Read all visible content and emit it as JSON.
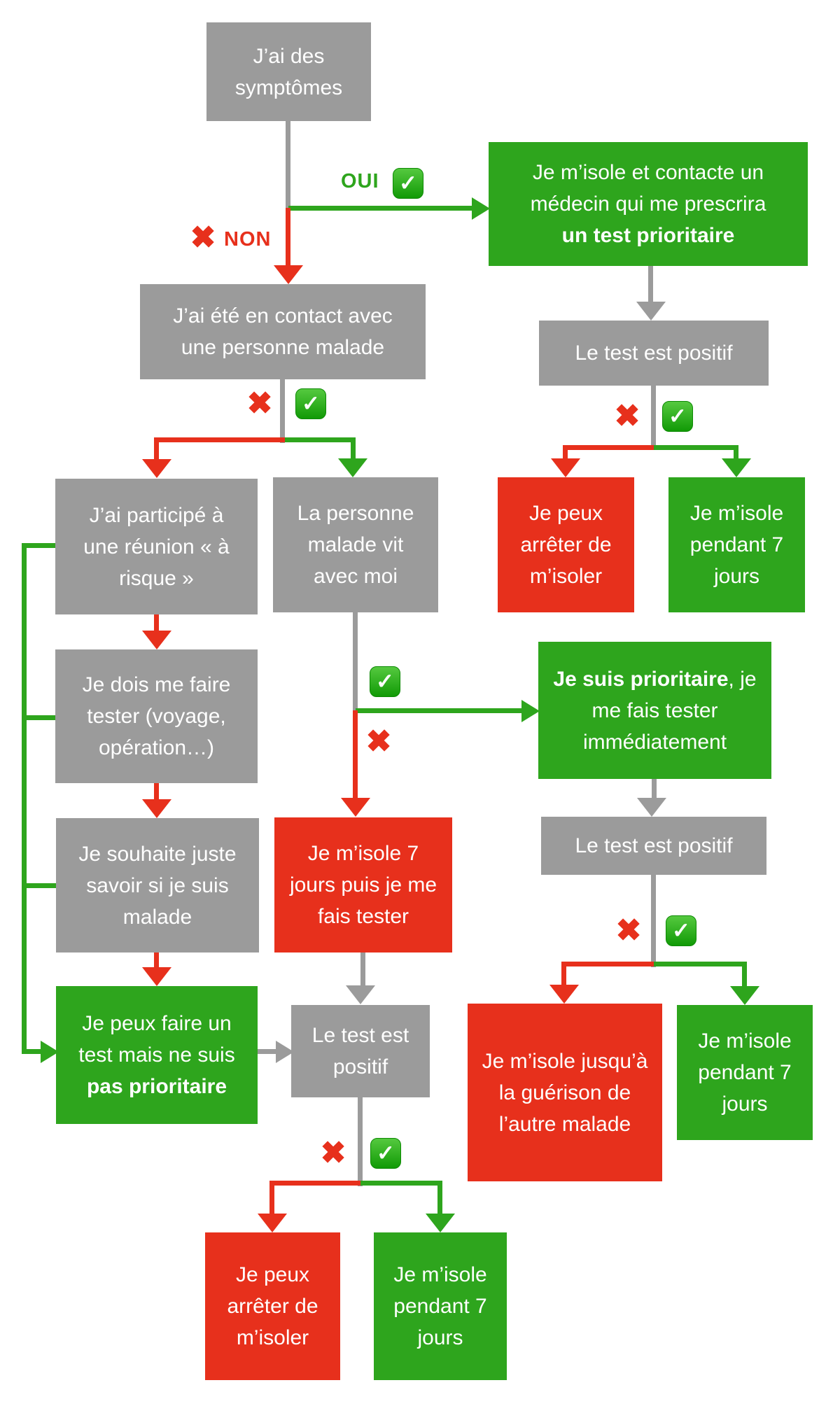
{
  "colors": {
    "green": "#2ea51d",
    "red": "#e7301c",
    "gray": "#9b9b9b",
    "text": "#ffffff",
    "check-light": "#55c93f",
    "check-dark": "#119a06"
  },
  "labels": {
    "yes": "OUI",
    "no": "NON"
  },
  "icons": {
    "check": "✓",
    "cross": "✖"
  },
  "nodes": {
    "symptoms": {
      "text": "J’ai des symptômes"
    },
    "isolate_and_contact": {
      "text": "Je m’isole et contacte un médecin qui me prescrira",
      "bold": "un test prioritaire"
    },
    "contact_with_sick": {
      "text": "J’ai été en contact avec une personne malade"
    },
    "test_positive_1": {
      "text": "Le test est positif"
    },
    "stop_isolation_1": {
      "text": "Je peux arrêter de m’isoler"
    },
    "isolate_7_days_1": {
      "text": "Je m’isole pendant 7 jours"
    },
    "risky_meeting": {
      "text": "J’ai participé à une réunion « à risque »"
    },
    "sick_person_lives_with_me": {
      "text": "La personne malade vit avec moi"
    },
    "must_get_tested": {
      "text": "Je dois me faire tester (voyage, opération…)"
    },
    "priority_immediate_test": {
      "bold": "Je suis prioritaire",
      "text": ", je me fais tester immédiatement"
    },
    "just_want_to_know": {
      "text": "Je souhaite juste savoir si je suis malade"
    },
    "isolate_7_then_test": {
      "text": "Je m’isole 7 jours puis je me fais tester"
    },
    "test_positive_2": {
      "text": "Le test est positif"
    },
    "non_priority_test": {
      "text": "Je peux faire un test mais ne suis",
      "bold": "pas prioritaire"
    },
    "test_positive_3": {
      "text": "Le test est positif"
    },
    "isolate_until_recovery": {
      "text": "Je m’isole jusqu’à la guérison de l’autre malade"
    },
    "isolate_7_days_2": {
      "text": "Je m’isole pendant 7 jours"
    },
    "stop_isolation_2": {
      "text": "Je peux arrêter de m’isoler"
    },
    "isolate_7_days_3": {
      "text": "Je m’isole pendant 7 jours"
    }
  }
}
